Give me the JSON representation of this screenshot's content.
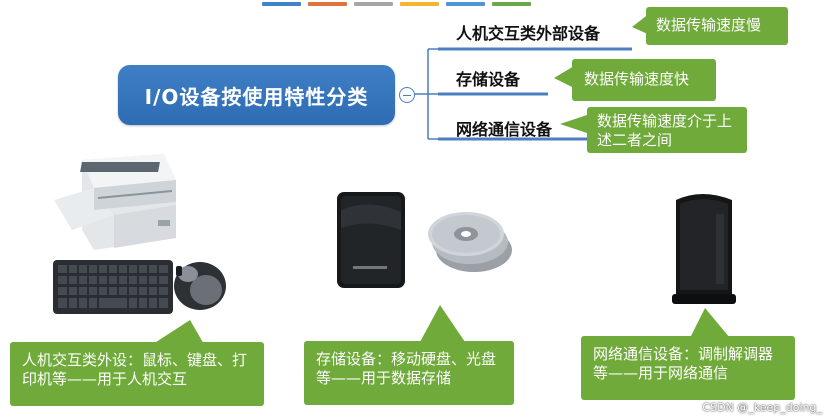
{
  "colors": {
    "accent": "#2e6cb3",
    "callout": "#6faa3a",
    "connector": "#4b7fbf"
  },
  "top_bar_colors": [
    "#3f82c8",
    "#e0743a",
    "#a6a6a6",
    "#f2b72c",
    "#4f96d6",
    "#6aa64a"
  ],
  "main_node": {
    "label": "I/O设备按使用特性分类"
  },
  "branches": [
    {
      "label": "人机交互类外部设备",
      "note": "数据传输速度慢"
    },
    {
      "label": "存储设备",
      "note": "数据传输速度快"
    },
    {
      "label": "网络通信设备",
      "note": "数据传输速度介于上述二者之间"
    }
  ],
  "examples": [
    {
      "text": "人机交互类外设：鼠标、键盘、打印机等——用于人机交互",
      "icons": [
        "printer-icon",
        "keyboard-icon",
        "mouse-icon"
      ]
    },
    {
      "text": "存储设备：移动硬盘、光盘等——用于数据存储",
      "icons": [
        "hard-drive-icon",
        "optical-disc-icon"
      ]
    },
    {
      "text": "网络通信设备：调制解调器等——用于网络通信",
      "icons": [
        "router-icon"
      ]
    }
  ],
  "watermark": "CSDN @_keep_doing_"
}
